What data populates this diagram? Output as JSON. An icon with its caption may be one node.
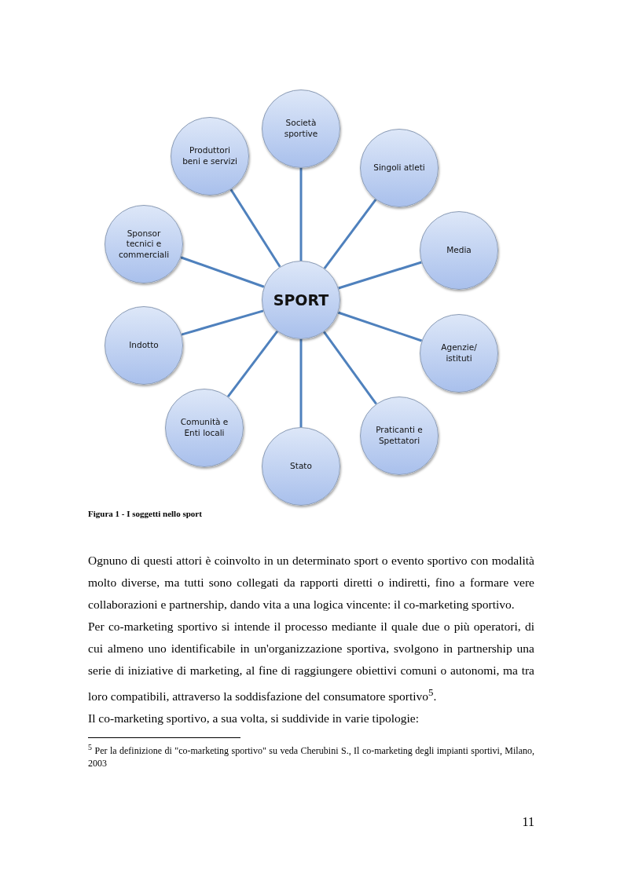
{
  "diagram": {
    "caption": "Figura 1 - I soggetti nello sport",
    "nodes": [
      {
        "text": [
          "SPORT"
        ]
      },
      {
        "text": [
          "Società sportive"
        ]
      },
      {
        "text": [
          "Singoli atleti"
        ]
      },
      {
        "text": [
          "Media"
        ]
      },
      {
        "text": [
          "Agenzie/ istituti"
        ]
      },
      {
        "text": [
          "Praticanti e Spettatori"
        ]
      },
      {
        "text": [
          "Stato"
        ]
      },
      {
        "text": [
          "Comunità e Enti locali"
        ]
      },
      {
        "text": [
          "Indotto"
        ]
      },
      {
        "text": [
          "Sponsor tecnici e commerciali"
        ]
      },
      {
        "text": [
          "Produttori beni e servizi"
        ]
      }
    ],
    "edges": [
      {
        "from": 0,
        "to": 1,
        "arrow": "none"
      },
      {
        "from": 0,
        "to": 2,
        "arrow": "none"
      },
      {
        "from": 0,
        "to": 3,
        "arrow": "none"
      },
      {
        "from": 0,
        "to": 4,
        "arrow": "none"
      },
      {
        "from": 0,
        "to": 5,
        "arrow": "none"
      },
      {
        "from": 0,
        "to": 6,
        "arrow": "none"
      },
      {
        "from": 0,
        "to": 7,
        "arrow": "none"
      },
      {
        "from": 0,
        "to": 8,
        "arrow": "none"
      },
      {
        "from": 0,
        "to": 9,
        "arrow": "none"
      },
      {
        "from": 0,
        "to": 10,
        "arrow": "none"
      }
    ],
    "labels": [
      "Ognuno di questi attori è coinvolto in un determinato sport o evento sportivo con modalità molto diverse, ma tutti sono collegati da rapporti diretti o indiretti, fino a formare vere collaborazioni e partnership, dando vita a una logica vincente: il co-marketing sportivo.",
      "Per co-marketing sportivo si intende il processo mediante il quale due o più operatori, di cui almeno uno identificabile in un'organizzazione sportiva, svolgono in partnership una serie di iniziative di marketing, al fine di raggiungere obiettivi comuni o autonomi, ma tra loro compatibili, attraverso la soddisfazione del consumatore sportivo$^{5}$.",
      "Il co-marketing sportivo, a sua volta, si suddivide in varie tipologie:",
      "$^{5}$ Per la definizione di \"co-marketing sportivo\" su veda Cherubini S., Il co-marketing degli impianti sportivi, Milano, 2003",
      "11"
    ]
  }
}
